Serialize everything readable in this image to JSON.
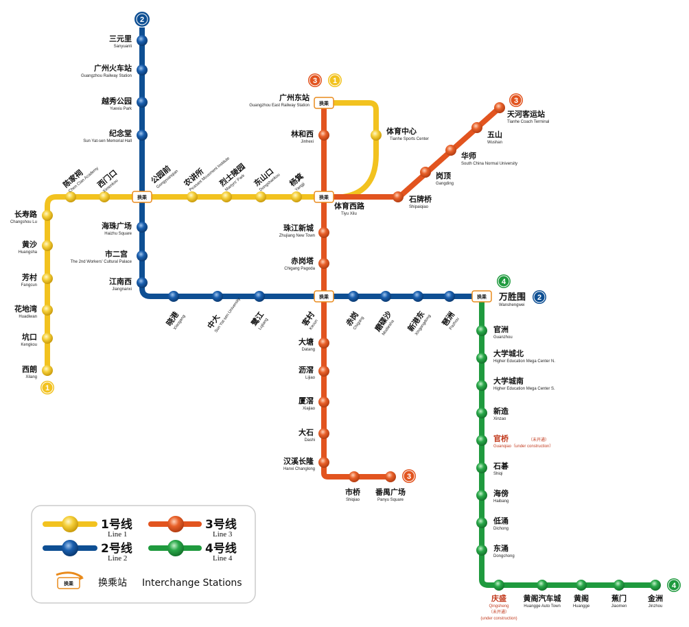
{
  "colors": {
    "line1": "#f2c21f",
    "line2": "#0e4f93",
    "line3": "#e2541f",
    "line4": "#1f9a3e"
  },
  "badges": {
    "l2_top": "2",
    "l3_north": "3",
    "l1_north": "1",
    "l3_east": "3",
    "l1_south": "1",
    "l4_north": "4",
    "l2_east": "2",
    "l3_south": "3",
    "l4_east": "4"
  },
  "interchange_label": "换乘",
  "stations": {
    "sanyuanli": {
      "zh": "三元里",
      "en": "Sanyuanli"
    },
    "guangzhou_railway": {
      "zh": "广州火车站",
      "en": "Guangzhou Railway Station"
    },
    "yuexiu_park": {
      "zh": "越秀公园",
      "en": "Yuexiu Park"
    },
    "jiniantang": {
      "zh": "纪念堂",
      "en": "Sun Yat-sen Memorial Hall"
    },
    "chen_clan": {
      "zh": "陈家祠",
      "en": "Chen Clan Academy"
    },
    "ximenkou": {
      "zh": "西门口",
      "en": "Ximenkou"
    },
    "gongyuanqian": {
      "zh": "公园前",
      "en": "Gongyuanqian"
    },
    "nongjiangsuo": {
      "zh": "农讲所",
      "en": "Peasant Movement Institute"
    },
    "lieshi": {
      "zh": "烈士陵园",
      "en": "Martyrs' Park"
    },
    "dongshankou": {
      "zh": "东山口",
      "en": "Dongshankou"
    },
    "yangji": {
      "zh": "杨箕",
      "en": "Yangji"
    },
    "changshoulu": {
      "zh": "长寿路",
      "en": "Changshou Lu"
    },
    "huangsha": {
      "zh": "黄沙",
      "en": "Huangsha"
    },
    "fangcun": {
      "zh": "芳村",
      "en": "Fangcun"
    },
    "huadiwan": {
      "zh": "花地湾",
      "en": "Huadiwan"
    },
    "kengkou": {
      "zh": "坑口",
      "en": "Kengkou"
    },
    "xilang": {
      "zh": "西朗",
      "en": "Xilang"
    },
    "haizhu": {
      "zh": "海珠广场",
      "en": "Haizhu Square"
    },
    "shiergong": {
      "zh": "市二宫",
      "en": "The 2nd Workers' Cultural Palace"
    },
    "jiangnanxi": {
      "zh": "江南西",
      "en": "Jiangnanxi"
    },
    "xiaogang": {
      "zh": "晓港",
      "en": "Xiaogang"
    },
    "zhongda": {
      "zh": "中大",
      "en": "Sun Yat-sen University"
    },
    "lujiang": {
      "zh": "鹭江",
      "en": "Lujiang"
    },
    "kecun": {
      "zh": "客村",
      "en": "Kecun"
    },
    "chigang": {
      "zh": "赤岗",
      "en": "Chigang"
    },
    "modiesha": {
      "zh": "磨碟沙",
      "en": "Modiesha"
    },
    "xingangdong": {
      "zh": "新港东",
      "en": "Xingangdong"
    },
    "pazhou": {
      "zh": "琶洲",
      "en": "Pazhou"
    },
    "wanshengwei": {
      "zh": "万胜围",
      "en": "Wanshengwei"
    },
    "guangzhou_east": {
      "zh": "广州东站",
      "en": "Guangzhou East Railway Station"
    },
    "linhexi": {
      "zh": "林和西",
      "en": "Jinhexi"
    },
    "tiyu_zhongxin": {
      "zh": "体育中心",
      "en": "Tianhe Sports Center"
    },
    "tiyu_xilu": {
      "zh": "体育西路",
      "en": "Tiyu Xilu"
    },
    "zhujiang_xincheng": {
      "zh": "珠江新城",
      "en": "Zhujiang New Town"
    },
    "chigang_pagoda": {
      "zh": "赤岗塔",
      "en": "Chigang Pagoda"
    },
    "tianhe_coach": {
      "zh": "天河客运站",
      "en": "Tianhe Coach Terminal"
    },
    "wushan": {
      "zh": "五山",
      "en": "Wushan"
    },
    "huashi": {
      "zh": "华师",
      "en": "South China Normal University"
    },
    "gangding": {
      "zh": "岗顶",
      "en": "Gangding"
    },
    "shipaiqiao": {
      "zh": "石牌桥",
      "en": "Shipaiqiao"
    },
    "dalong": {
      "zh": "大塘",
      "en": "Datang"
    },
    "lijiao": {
      "zh": "沥滘",
      "en": "Lijiao"
    },
    "xiajiao": {
      "zh": "厦滘",
      "en": "Xiajiao"
    },
    "dashi": {
      "zh": "大石",
      "en": "Dashi"
    },
    "hanxi": {
      "zh": "汉溪长隆",
      "en": "Hanxi Changlong"
    },
    "shiqiao": {
      "zh": "市桥",
      "en": "Shiqiao"
    },
    "panyu": {
      "zh": "番禺广场",
      "en": "Panyu Square"
    },
    "guanzhou": {
      "zh": "官洲",
      "en": "Guanzhou"
    },
    "hemc_n": {
      "zh": "大学城北",
      "en": "Higher Education Mega Center N."
    },
    "hemc_s": {
      "zh": "大学城南",
      "en": "Higher Education Mega Center S."
    },
    "xinzao": {
      "zh": "新造",
      "en": "Xinzao"
    },
    "guanqiao": {
      "zh": "官桥",
      "note": "（未开通）",
      "en": "Guanqiao（under construction）"
    },
    "shiqi": {
      "zh": "石碁",
      "en": "Shiqi"
    },
    "haibang": {
      "zh": "海傍",
      "en": "Haibang"
    },
    "dichong": {
      "zh": "低涌",
      "en": "Dichong"
    },
    "dongchong": {
      "zh": "东涌",
      "en": "Dongchong"
    },
    "qingsheng": {
      "zh": "庆盛",
      "note": "（未开通）",
      "en": "Qingsheng",
      "en2": "(under construction)"
    },
    "huangge_auto": {
      "zh": "黄阁汽车城",
      "en": "Huangge Auto Town"
    },
    "huangge": {
      "zh": "黄阁",
      "en": "Huangge"
    },
    "jiaomen": {
      "zh": "蕉门",
      "en": "Jiaomen"
    },
    "jinzhou": {
      "zh": "金洲",
      "en": "Jinzhou"
    }
  },
  "legend": {
    "line1_zh": "1号线",
    "line1_en": "Line 1",
    "line2_zh": "2号线",
    "line2_en": "Line 2",
    "line3_zh": "3号线",
    "line3_en": "Line 3",
    "line4_zh": "4号线",
    "line4_en": "Line 4",
    "interchange_zh": "换乘站",
    "interchange_en": "Interchange Stations"
  }
}
